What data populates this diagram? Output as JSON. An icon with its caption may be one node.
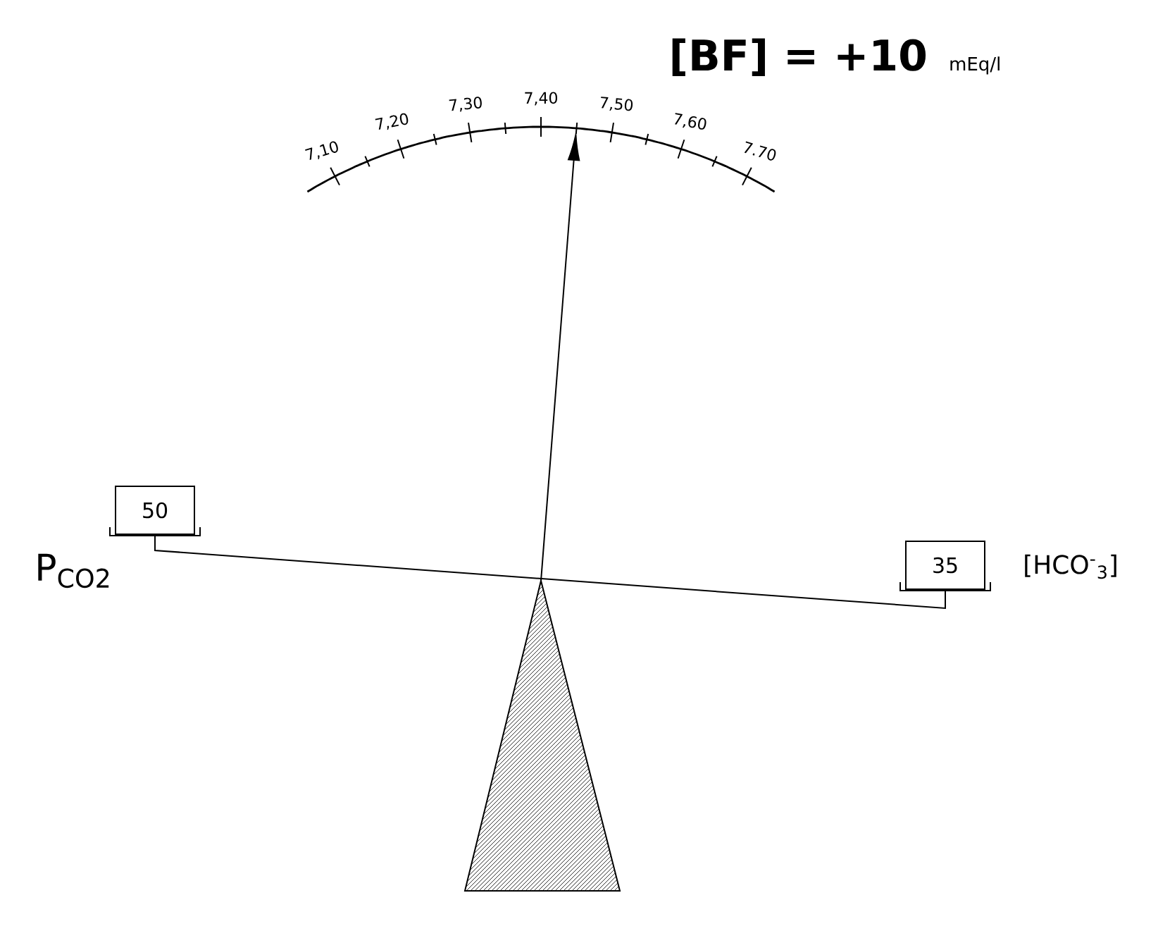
{
  "diagram": {
    "title": "[BF] = +10",
    "nodes": [
      {
        "text": [
          "50"
        ]
      },
      {
        "text": [
          "35"
        ]
      }
    ],
    "edges": [
      {
        "from": 0,
        "to": 1,
        "arrow": "none"
      }
    ],
    "labels": [
      "mEq/l",
      "7,10",
      "7,20",
      "7,30",
      "7,40",
      "7,50",
      "7,60",
      "7.70",
      "P$_{CO2}$",
      "[HCO$^{-}$$_{3}$]"
    ]
  }
}
